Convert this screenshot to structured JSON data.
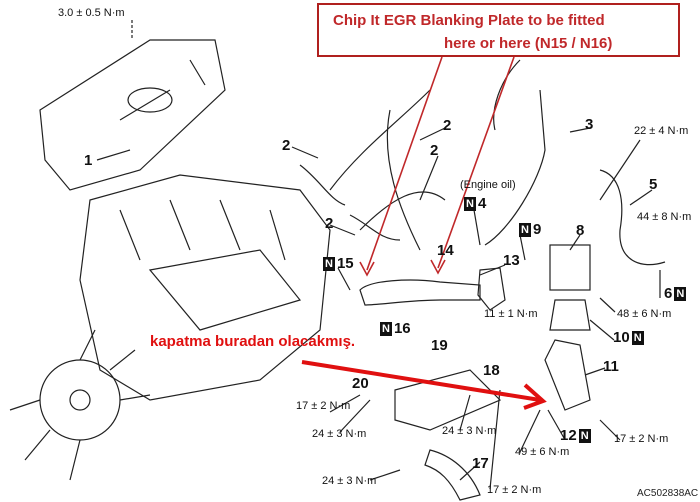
{
  "callout": {
    "line1": "Chip It EGR Blanking Plate to be fitted",
    "line2": "here or here  (N15 / N16)"
  },
  "note": "kapatma buradan olacakmış.",
  "diagram_code": "AC502838AC",
  "colors": {
    "annotation_red": "#c0282a",
    "arrow_red": "#e01010"
  },
  "n_badge": "N",
  "parts": {
    "p1": "1",
    "p2a": "2",
    "p2b": "2",
    "p2c": "2",
    "p2d": "2",
    "p3": "3",
    "p4": "4",
    "p5": "5",
    "p6": "6",
    "p8": "8",
    "p9": "9",
    "p10": "10",
    "p11": "11",
    "p12": "12",
    "p13": "13",
    "p14": "14",
    "p15": "15",
    "p16": "16",
    "p17": "17",
    "p18": "18",
    "p19": "19",
    "p20": "20"
  },
  "engine_oil": "(Engine oil)",
  "torques": {
    "t_cover": "3.0 ± 0.5 N·m",
    "t22": "22 ± 4 N·m",
    "t44": "44 ± 8 N·m",
    "t11": "11 ± 1 N·m",
    "t48": "48 ± 6 N·m",
    "t17a": "17 ± 2 N·m",
    "t24a": "24 ± 3 N·m",
    "t24b": "24 ± 3 N·m",
    "t17b": "17 ± 2 N·m",
    "t49": "49 ± 6 N·m",
    "t24c": "24 ± 3 N·m",
    "t17c": "17 ± 2 N·m"
  }
}
